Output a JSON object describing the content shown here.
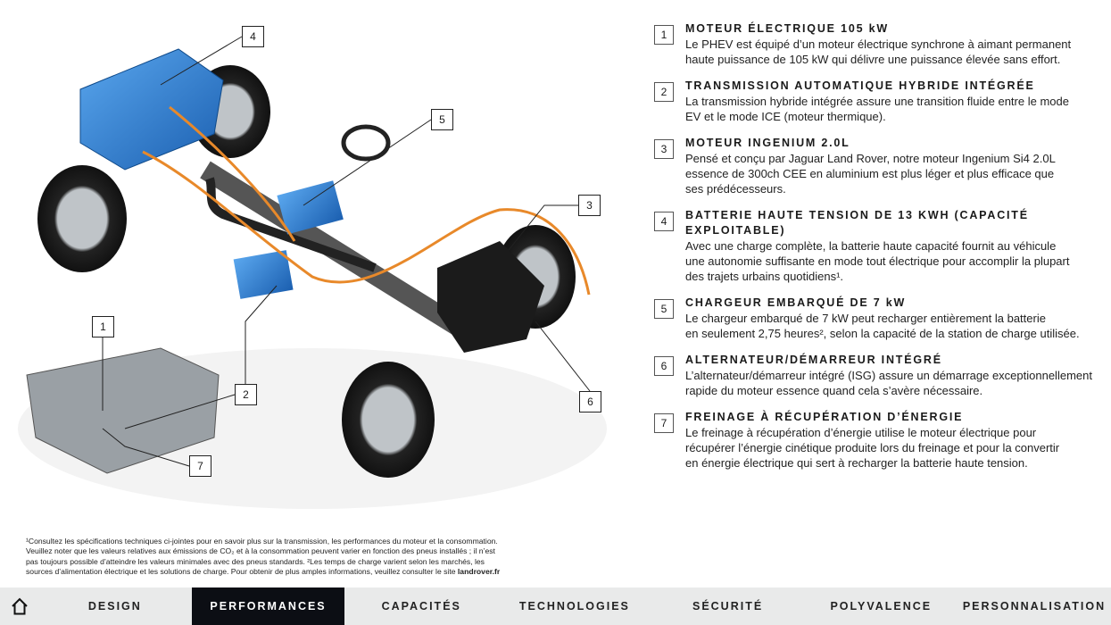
{
  "callouts": [
    "1",
    "2",
    "3",
    "4",
    "5",
    "6",
    "7"
  ],
  "features": [
    {
      "num": "1",
      "title": "MOTEUR ÉLECTRIQUE 105 kW",
      "lines": [
        "Le PHEV est équipé d’un moteur électrique synchrone à aimant permanent",
        "haute puissance de 105 kW qui délivre une puissance élevée sans effort."
      ]
    },
    {
      "num": "2",
      "title": "TRANSMISSION AUTOMATIQUE HYBRIDE INTÉGRÉE",
      "lines": [
        "La transmission hybride intégrée assure une transition fluide entre le mode",
        "EV et le mode ICE (moteur thermique)."
      ]
    },
    {
      "num": "3",
      "title": "MOTEUR INGENIUM 2.0L",
      "lines": [
        "Pensé et conçu par Jaguar Land Rover, notre moteur Ingenium Si4 2.0L",
        "essence de 300ch CEE en aluminium est plus léger et plus efficace que",
        "ses prédécesseurs."
      ]
    },
    {
      "num": "4",
      "title": "BATTERIE HAUTE TENSION DE 13 KWH (CAPACITÉ EXPLOITABLE)",
      "lines": [
        "Avec une charge complète, la batterie haute capacité fournit au véhicule",
        "une autonomie suffisante en mode tout électrique pour accomplir la plupart",
        "des trajets urbains quotidiens¹."
      ]
    },
    {
      "num": "5",
      "title": "CHARGEUR EMBARQUÉ DE 7 kW",
      "lines": [
        "Le chargeur embarqué de 7 kW peut recharger entièrement la batterie",
        "en seulement 2,75 heures², selon la capacité de la station de charge utilisée."
      ]
    },
    {
      "num": "6",
      "title": "ALTERNATEUR/DÉMARREUR INTÉGRÉ",
      "lines": [
        "L’alternateur/démarreur intégré (ISG) assure un démarrage exceptionnellement",
        "rapide du moteur essence quand cela s’avère nécessaire."
      ]
    },
    {
      "num": "7",
      "title": "FREINAGE À RÉCUPÉRATION D’ÉNERGIE",
      "lines": [
        "Le freinage à récupération d’énergie utilise le moteur électrique pour",
        "récupérer l’énergie cinétique produite lors du freinage et pour la convertir",
        "en énergie électrique qui sert à recharger la batterie haute tension."
      ]
    }
  ],
  "footnote": {
    "lines": [
      "¹Consultez les spécifications techniques ci-jointes pour en savoir plus sur la transmission, les performances du moteur et la consommation.",
      "Veuillez noter que les valeurs relatives aux émissions de CO₂ et à la consommation peuvent varier en fonction des pneus installés ; il n’est",
      "pas toujours possible d’atteindre les valeurs minimales avec des pneus standards.  ²Les temps de charge varient selon les marchés, les"
    ],
    "last_line": "sources d’alimentation électrique et les solutions de charge. Pour obtenir de plus amples informations, veuillez consulter le site ",
    "link": "landrover.fr"
  },
  "nav": {
    "home_icon": "home-icon",
    "items": [
      "DESIGN",
      "PERFORMANCES",
      "CAPACITÉS",
      "TECHNOLOGIES",
      "SÉCURITÉ",
      "POLYVALENCE",
      "PERSONNALISATION"
    ],
    "active": "PERFORMANCES"
  },
  "colors": {
    "battery_blue": "#2a7fd4",
    "cable_orange": "#e8892a",
    "nav_bg": "#e9eaea",
    "nav_active": "#0c0e14"
  }
}
